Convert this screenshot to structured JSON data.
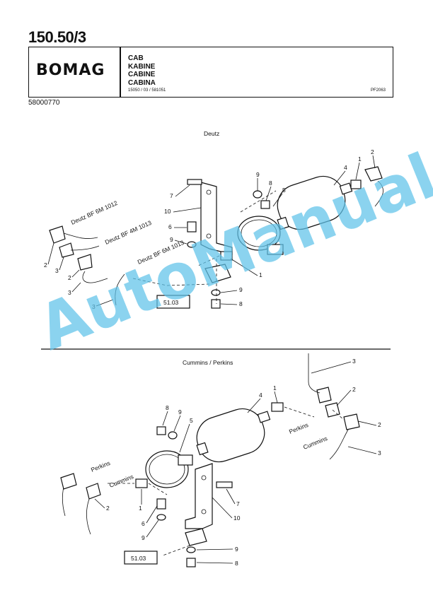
{
  "header": {
    "model": "150.50/3",
    "brand": "BOMAG",
    "titles": [
      "CAB",
      "KABINE",
      "CABINE",
      "CABINA"
    ],
    "ref_code": "15050 / 03 / 581051",
    "ref_right": "PF2063",
    "doc_number": "58000770"
  },
  "sections": {
    "deutz": {
      "title": "Deutz",
      "engine_labels": [
        "Deutz BF 6M 1012",
        "Deutz BF 4M 1013",
        "Deutz BF 6M 1013"
      ],
      "ref_box": "51.03",
      "callouts": [
        "1",
        "2",
        "3",
        "4",
        "5",
        "6",
        "7",
        "8",
        "9",
        "10"
      ]
    },
    "cummins": {
      "title": "Cummins / Perkins",
      "engine_labels": [
        "Perkins",
        "Cummins"
      ],
      "ref_box": "51.03",
      "callouts": [
        "1",
        "2",
        "3",
        "4",
        "5",
        "6",
        "7",
        "8",
        "9",
        "10"
      ]
    }
  },
  "watermark": "AutoManual"
}
